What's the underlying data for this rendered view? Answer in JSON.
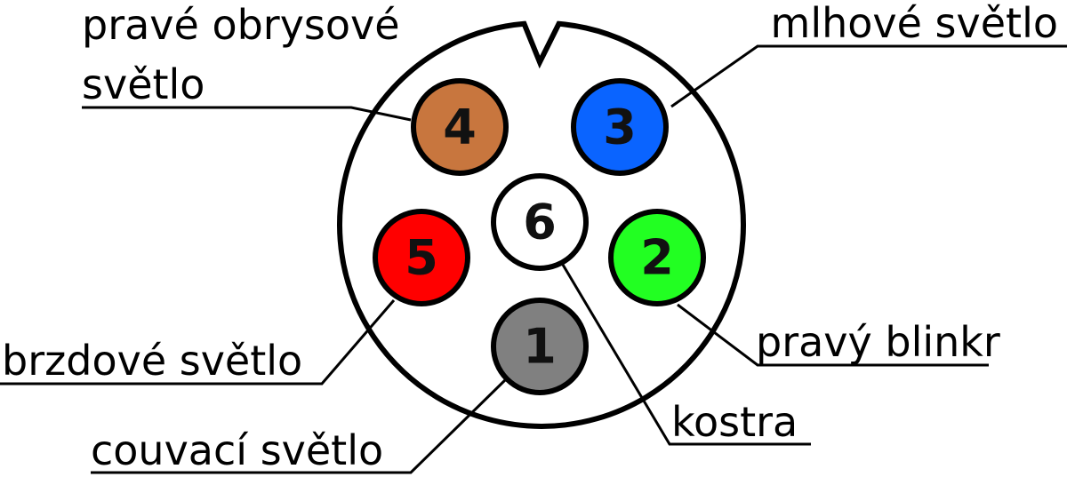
{
  "pins": [
    {
      "number": "1",
      "color": "#808080"
    },
    {
      "number": "2",
      "color": "#22ff22"
    },
    {
      "number": "3",
      "color": "#0a64ff"
    },
    {
      "number": "4",
      "color": "#c8763e"
    },
    {
      "number": "5",
      "color": "#ff0000"
    },
    {
      "number": "6",
      "color": "#ffffff"
    }
  ],
  "labels": {
    "pin_4_line1": "pravé obrysové",
    "pin_4_line2": "světlo",
    "pin_3": "mlhové světlo",
    "pin_2": "pravý blinkr",
    "pin_6": "kostra",
    "pin_5": "brzdové světlo",
    "pin_1": "couvací světlo"
  }
}
